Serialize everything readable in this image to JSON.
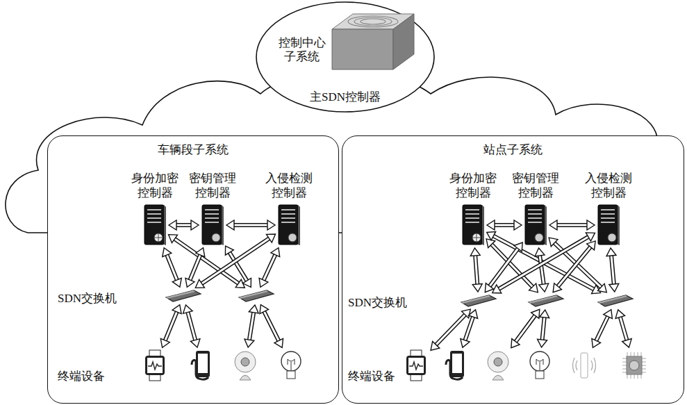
{
  "diagram": {
    "nodes": [
      {
        "text": [
          "控制中心 子系统",
          "主SDN控制器"
        ]
      },
      {
        "text": [
          "车辆段子系统"
        ]
      },
      {
        "text": [
          "身份加密 控制器"
        ],
        "in": 1
      },
      {
        "text": [
          "密钥管理 控制器"
        ],
        "in": 1
      },
      {
        "text": [
          "入侵检测 控制器"
        ],
        "in": 1
      },
      {
        "text": [],
        "in": 1
      },
      {
        "text": [],
        "in": 1
      },
      {
        "text": [],
        "in": 1
      },
      {
        "text": [],
        "in": 1
      },
      {
        "text": [],
        "in": 1
      },
      {
        "text": [],
        "in": 1
      },
      {
        "text": [
          "站点子系统"
        ]
      },
      {
        "text": [
          "身份加密 控制器"
        ],
        "in": 11
      },
      {
        "text": [
          "密钥管理 控制器"
        ],
        "in": 11
      },
      {
        "text": [
          "入侵检测 控制器"
        ],
        "in": 11
      },
      {
        "text": [],
        "in": 11
      },
      {
        "text": [],
        "in": 11
      },
      {
        "text": [],
        "in": 11
      },
      {
        "text": [],
        "in": 11
      },
      {
        "text": [],
        "in": 11
      },
      {
        "text": [],
        "in": 11
      },
      {
        "text": [],
        "in": 11
      },
      {
        "text": [],
        "in": 11
      },
      {
        "text": [],
        "in": 11
      }
    ],
    "edges": [
      {
        "from": 2,
        "to": 3,
        "arrow": "both"
      },
      {
        "from": 3,
        "to": 4,
        "arrow": "both"
      },
      {
        "from": 2,
        "to": 5,
        "arrow": "both"
      },
      {
        "from": 2,
        "to": 6,
        "arrow": "both"
      },
      {
        "from": 3,
        "to": 5,
        "arrow": "both"
      },
      {
        "from": 3,
        "to": 6,
        "arrow": "both"
      },
      {
        "from": 4,
        "to": 5,
        "arrow": "both"
      },
      {
        "from": 4,
        "to": 6,
        "arrow": "both"
      },
      {
        "from": 5,
        "to": 7,
        "arrow": "both"
      },
      {
        "from": 5,
        "to": 8,
        "arrow": "both"
      },
      {
        "from": 6,
        "to": 9,
        "arrow": "both"
      },
      {
        "from": 6,
        "to": 10,
        "arrow": "both"
      },
      {
        "from": 12,
        "to": 13,
        "arrow": "both"
      },
      {
        "from": 13,
        "to": 14,
        "arrow": "both"
      },
      {
        "from": 12,
        "to": 15,
        "arrow": "both"
      },
      {
        "from": 12,
        "to": 16,
        "arrow": "both"
      },
      {
        "from": 12,
        "to": 17,
        "arrow": "both"
      },
      {
        "from": 13,
        "to": 15,
        "arrow": "both"
      },
      {
        "from": 13,
        "to": 16,
        "arrow": "both"
      },
      {
        "from": 13,
        "to": 17,
        "arrow": "both"
      },
      {
        "from": 14,
        "to": 15,
        "arrow": "both"
      },
      {
        "from": 14,
        "to": 16,
        "arrow": "both"
      },
      {
        "from": 14,
        "to": 17,
        "arrow": "both"
      },
      {
        "from": 15,
        "to": 18,
        "arrow": "both"
      },
      {
        "from": 15,
        "to": 19,
        "arrow": "both"
      },
      {
        "from": 16,
        "to": 20,
        "arrow": "both"
      },
      {
        "from": 16,
        "to": 21,
        "arrow": "both"
      },
      {
        "from": 17,
        "to": 22,
        "arrow": "both"
      },
      {
        "from": 17,
        "to": 23,
        "arrow": "both"
      }
    ],
    "labels": [
      "SDN交换机",
      "终端设备",
      "SDN交换机",
      "终端设备"
    ]
  }
}
